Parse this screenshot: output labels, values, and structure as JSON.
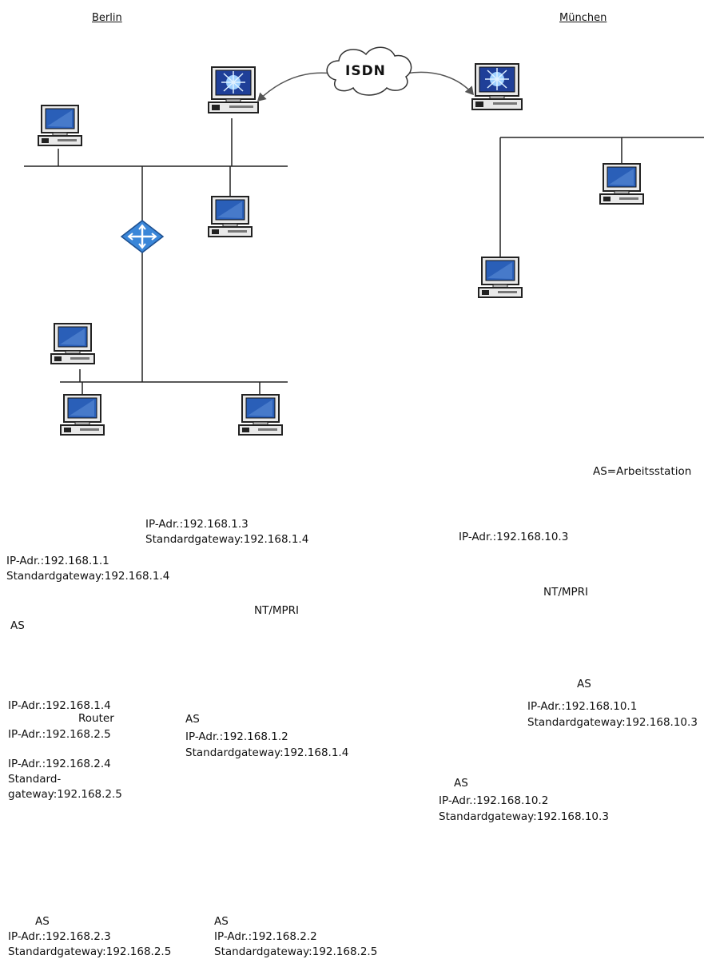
{
  "locations": {
    "berlin": "Berlin",
    "munich": "München"
  },
  "cloud": {
    "label": "ISDN"
  },
  "legend": "AS=Arbeitsstation",
  "nodes": {
    "b_as1": {
      "tag": "AS",
      "ip": "IP-Adr.:192.168.1.1",
      "gw": "Standardgateway:192.168.1.4"
    },
    "b_isdn_pc": {
      "ip": "IP-Adr.:192.168.1.3",
      "gw": "Standardgateway:192.168.1.4",
      "service": "NT/MPRI"
    },
    "b_as2": {
      "tag": "AS",
      "ip": "IP-Adr.:192.168.1.2",
      "gw": "Standardgateway:192.168.1.4"
    },
    "router": {
      "label": "Router",
      "ip1": "IP-Adr.:192.168.1.4",
      "ip2": "IP-Adr.:192.168.2.5"
    },
    "b_pc4": {
      "ip": "IP-Adr.:192.168.2.4",
      "gw1": "Standard-",
      "gw2": "gateway:192.168.2.5"
    },
    "b_as3": {
      "tag": "AS",
      "ip": "IP-Adr.:192.168.2.3",
      "gw": "Standardgateway:192.168.2.5"
    },
    "b_as4": {
      "tag": "AS",
      "ip": "IP-Adr.:192.168.2.2",
      "gw": "Standardgateway:192.168.2.5"
    },
    "m_isdn_pc": {
      "ip": "IP-Adr.:192.168.10.3",
      "service": "NT/MPRI"
    },
    "m_as1": {
      "tag": "AS",
      "ip": "IP-Adr.:192.168.10.1",
      "gw": "Standardgateway:192.168.10.3"
    },
    "m_as2": {
      "tag": "AS",
      "ip": "IP-Adr.:192.168.10.2",
      "gw": "Standardgateway:192.168.10.3"
    }
  },
  "colors": {
    "screen": "#2a5fb8",
    "line": "#222222",
    "router": "#3a86d8"
  }
}
